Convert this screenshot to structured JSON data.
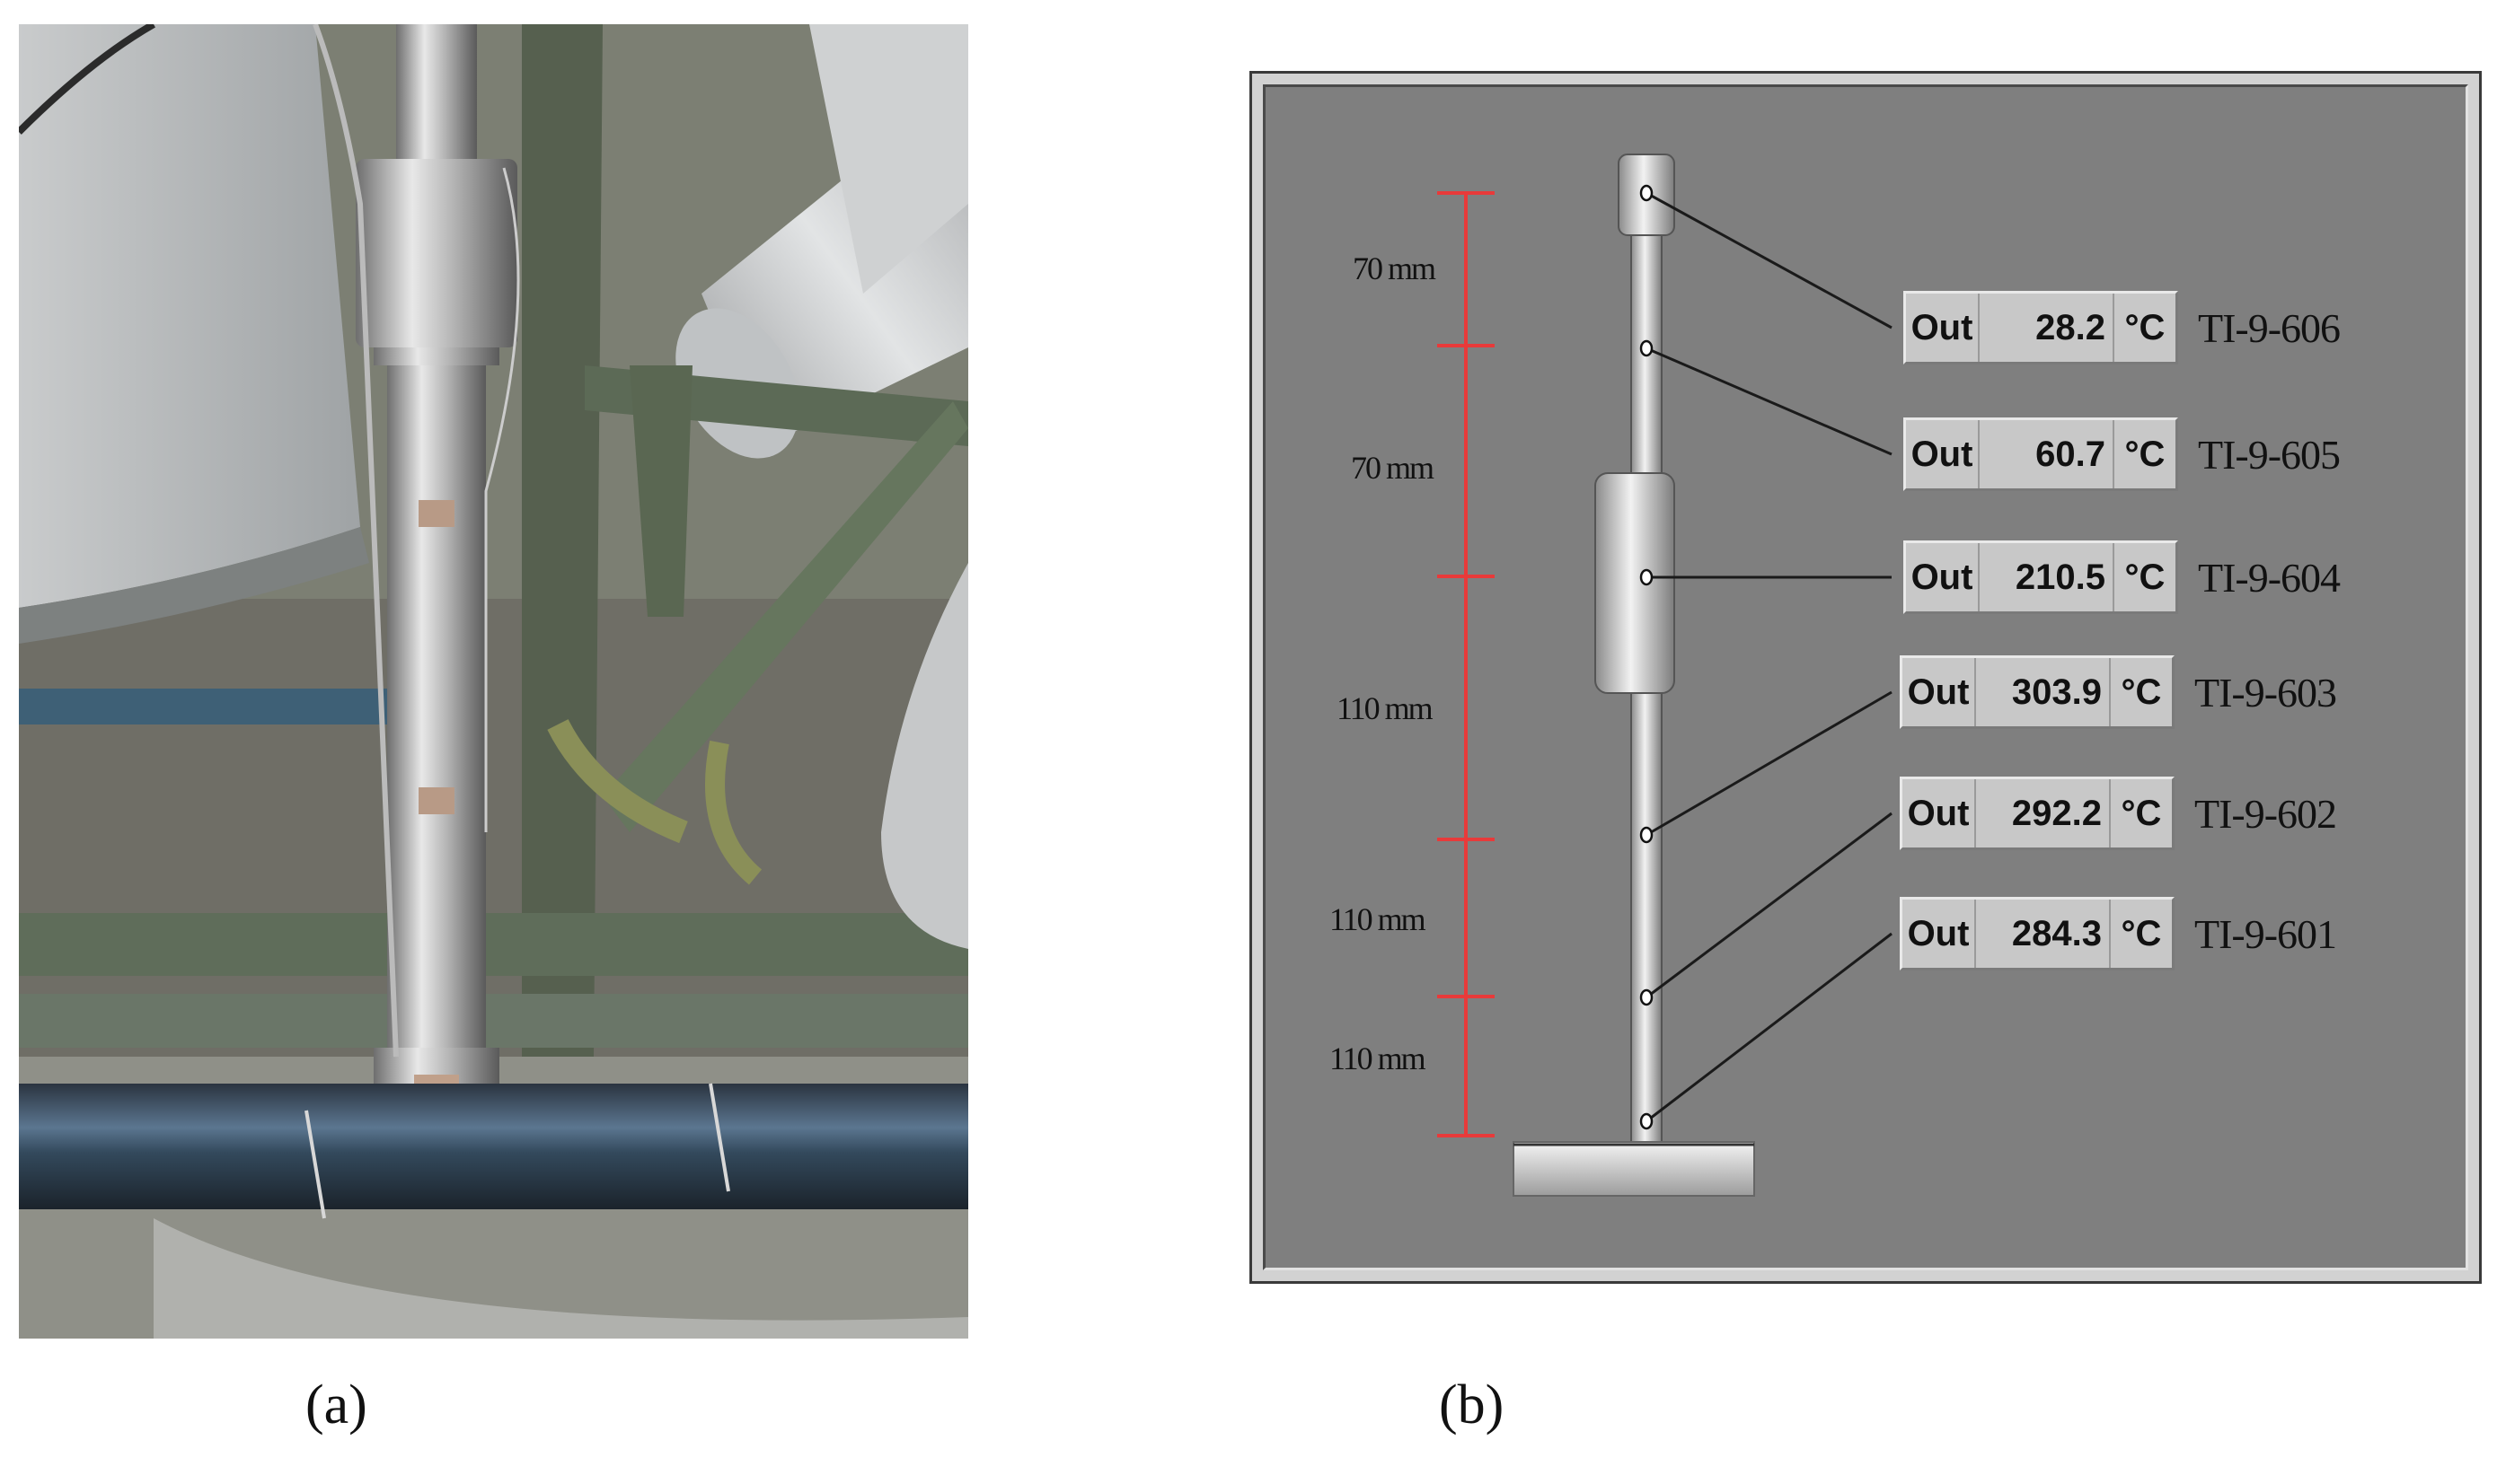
{
  "captions": {
    "a": "(a)",
    "b": "(b)"
  },
  "hmi": {
    "unit": "°C",
    "mode_label": "Out",
    "sensors": [
      {
        "tag": "TI-9-606",
        "value": "28.2"
      },
      {
        "tag": "TI-9-605",
        "value": "60.7"
      },
      {
        "tag": "TI-9-604",
        "value": "210.5"
      },
      {
        "tag": "TI-9-603",
        "value": "303.9"
      },
      {
        "tag": "TI-9-602",
        "value": "292.2"
      },
      {
        "tag": "TI-9-601",
        "value": "284.3"
      }
    ],
    "spacings": [
      "70 mm",
      "70 mm",
      "110 mm",
      "110 mm",
      "110 mm"
    ],
    "colors": {
      "scale": "#e83a3a",
      "background": "#7f7f7f",
      "readout": "#c8c8c8"
    }
  }
}
